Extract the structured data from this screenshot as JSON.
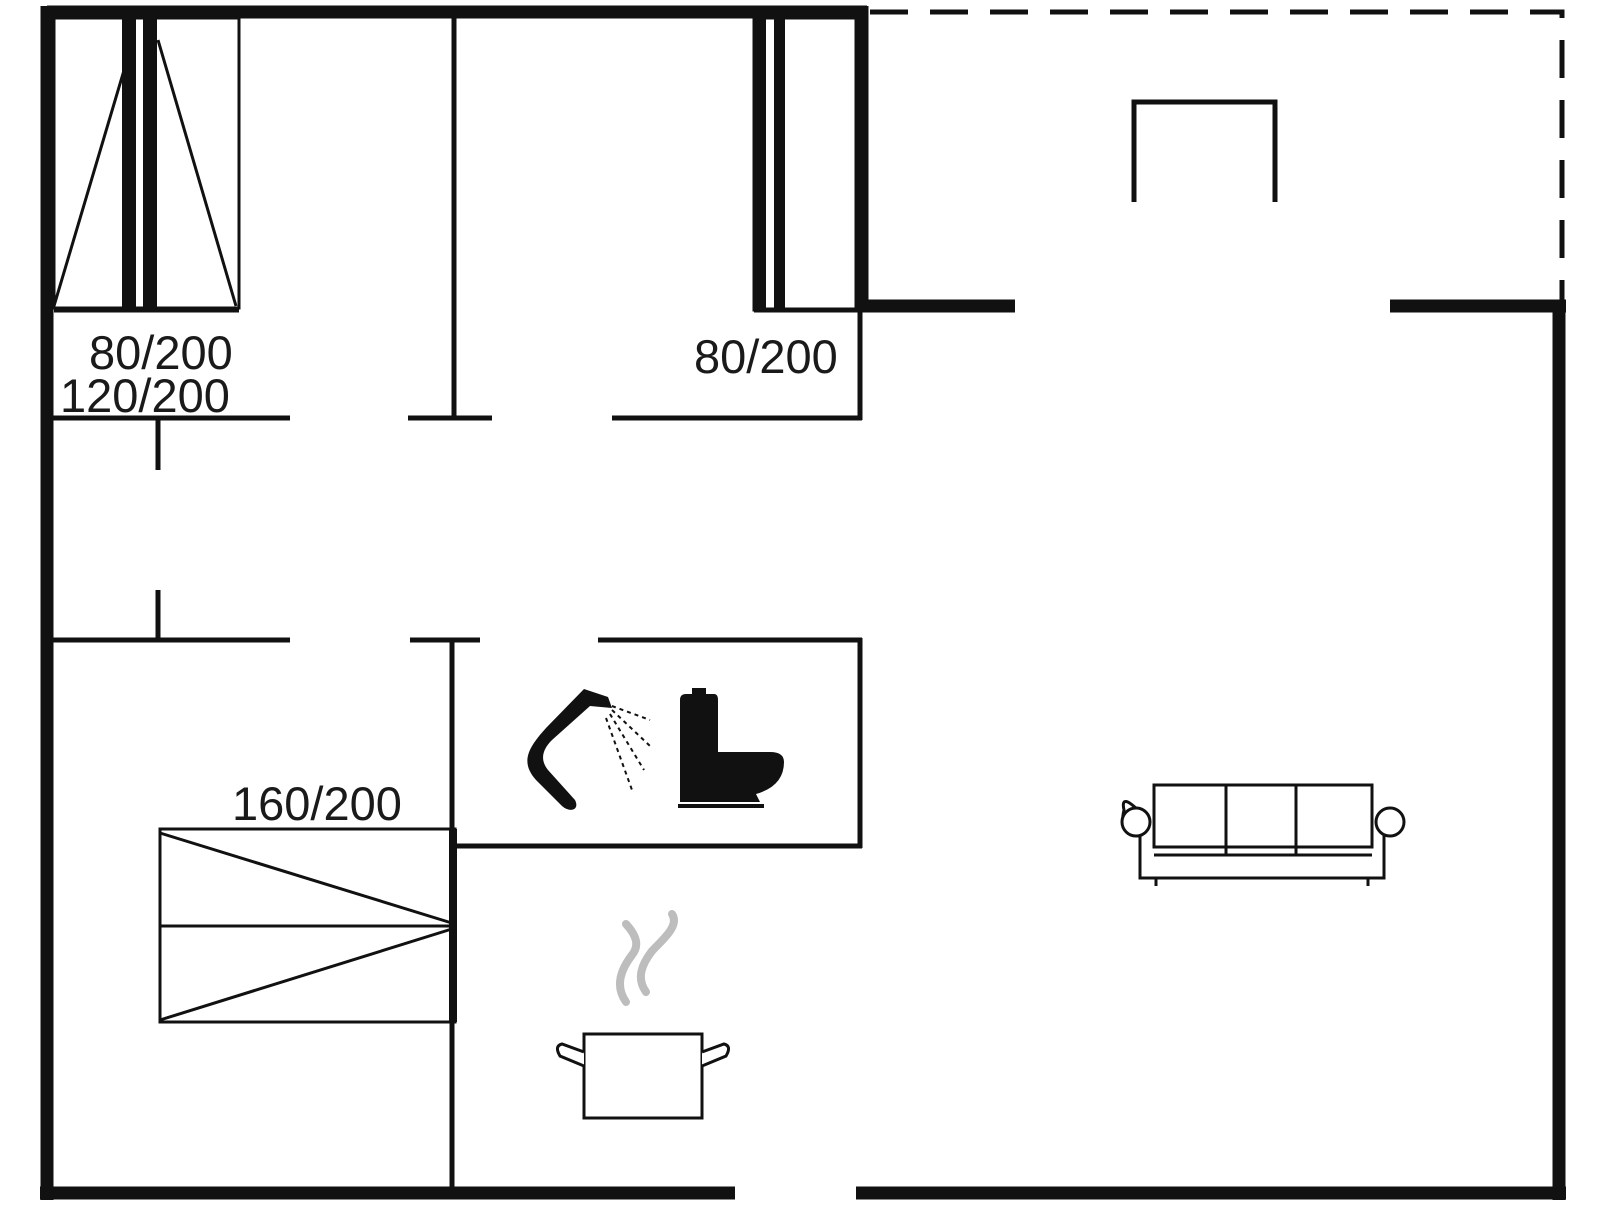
{
  "bed_labels": {
    "bed_top_left_single": "80/200",
    "bed_top_left_double": "120/200",
    "bed_top_right": "80/200",
    "bed_bottom_left": "160/200"
  },
  "icons": [
    "shower-icon",
    "toilet-icon",
    "cooking-pot-icon",
    "sofa-icon"
  ],
  "colors": {
    "line": "#111111",
    "steam": "#bdbdbd",
    "background": "#ffffff"
  }
}
